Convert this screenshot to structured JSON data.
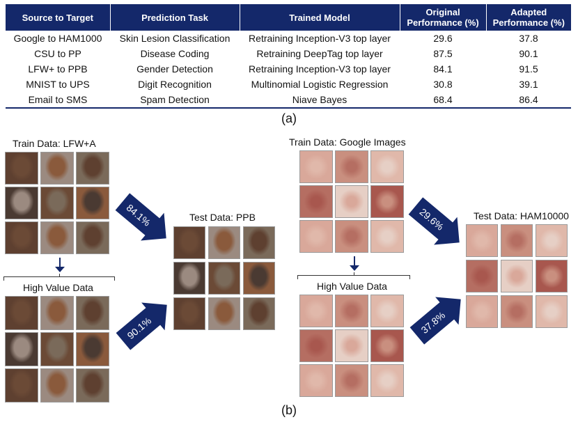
{
  "table": {
    "headers": [
      "Source to Target",
      "Prediction Task",
      "Trained Model",
      "Original Performance (%)",
      "Adapted Performance (%)"
    ],
    "rows": [
      [
        "Google to HAM1000",
        "Skin Lesion Classification",
        "Retraining Inception-V3 top layer",
        "29.6",
        "37.8"
      ],
      [
        "CSU to PP",
        "Disease Coding",
        "Retraining DeepTag top layer",
        "87.5",
        "90.1"
      ],
      [
        "LFW+ to PPB",
        "Gender Detection",
        "Retraining Inception-V3 top layer",
        "84.1",
        "91.5"
      ],
      [
        "MNIST to UPS",
        "Digit Recognition",
        "Multinomial Logistic Regression",
        "30.8",
        "39.1"
      ],
      [
        "Email to SMS",
        "Spam Detection",
        "Niave Bayes",
        "68.4",
        "86.4"
      ]
    ]
  },
  "captions": {
    "a": "(a)",
    "b": "(b)"
  },
  "faces": {
    "train_label": "Train Data: LFW+A",
    "high_value_label": "High Value Data",
    "test_label": "Test Data: PPB",
    "arrow_original": "84.1%",
    "arrow_adapted": "90.1%"
  },
  "skin": {
    "train_label": "Train Data: Google Images",
    "high_value_label": "High Value Data",
    "test_label": "Test Data: HAM10000",
    "arrow_original": "29.6%",
    "arrow_adapted": "37.8%"
  },
  "colors": {
    "header_bg": "#14286a",
    "arrow": "#14286a",
    "face_tiles": [
      "#6b4a36",
      "#8a5a3c",
      "#5e4030",
      "#9b8a80",
      "#7a6a5a",
      "#4a3a32"
    ],
    "skin_tiles": [
      "#d9a89a",
      "#c98f7f",
      "#e0b8aa",
      "#b56e62",
      "#e6cfc5",
      "#a8574e"
    ]
  }
}
